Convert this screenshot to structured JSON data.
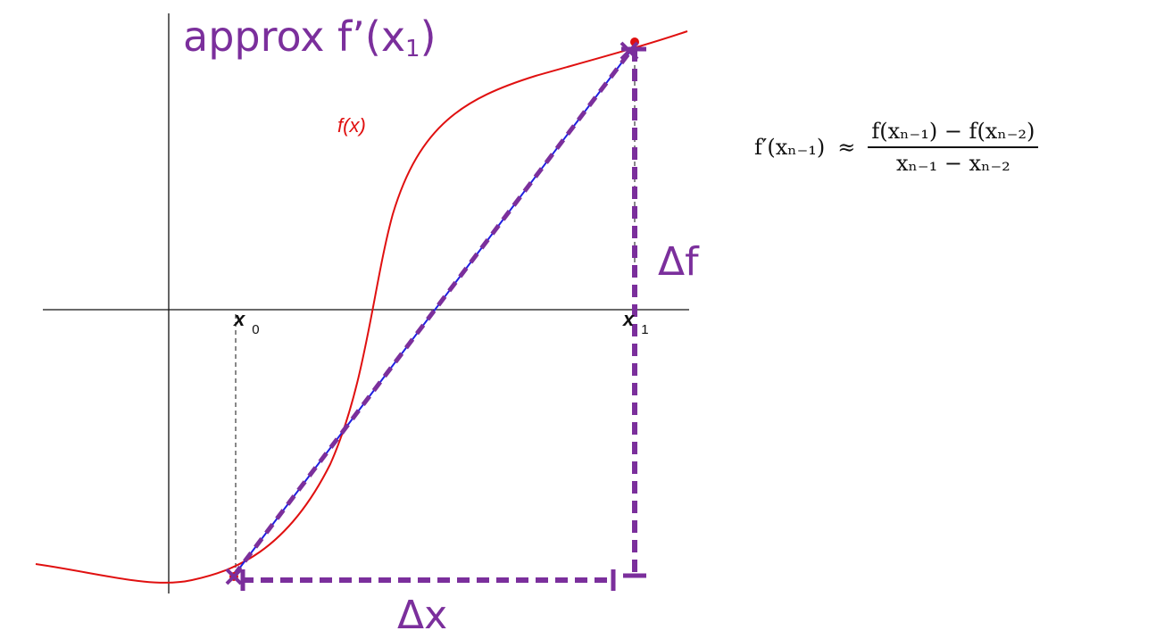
{
  "title": {
    "text": "approx f’(x",
    "subscript": "1",
    "close": ")"
  },
  "curve_label": "f(x)",
  "x_labels": [
    {
      "var": "x",
      "sub": "0"
    },
    {
      "var": "x",
      "sub": "1"
    }
  ],
  "delta_f": "Δf",
  "delta_x": "Δx",
  "formula": {
    "lhs": "f′(xₙ₋₁)",
    "relation": "≈",
    "numerator": "f(xₙ₋₁) − f(xₙ₋₂)",
    "denominator": "xₙ₋₁ − xₙ₋₂"
  },
  "colors": {
    "curve": "#e01010",
    "secant": "#1f1fe0",
    "accent": "#7b2f9c",
    "axis": "#111111"
  }
}
